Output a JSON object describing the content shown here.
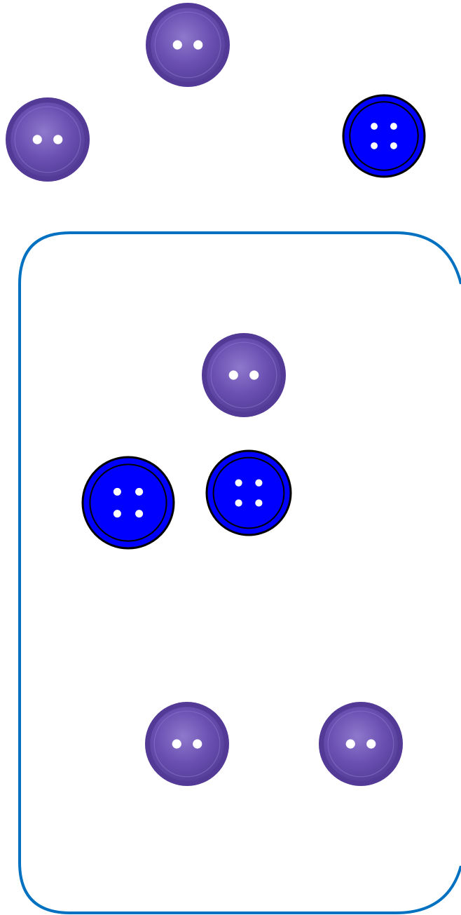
{
  "colors": {
    "purple_button": "#6a4fb0",
    "purple_button_rim": "#533a96",
    "purple_button_highlight": "#8a74c9",
    "blue_button": "#0000ff",
    "blue_button_outline": "#000000",
    "button_hole": "#ffffff",
    "frame_border": "#0070c0",
    "background": "#ffffff"
  },
  "outside_group": {
    "buttons": [
      {
        "kind": "purple-two-hole",
        "icon": "purple-button-icon"
      },
      {
        "kind": "purple-two-hole",
        "icon": "purple-button-icon"
      },
      {
        "kind": "blue-four-hole",
        "icon": "blue-button-icon"
      }
    ]
  },
  "frame_group": {
    "buttons": [
      {
        "kind": "purple-two-hole",
        "icon": "purple-button-icon"
      },
      {
        "kind": "blue-four-hole",
        "icon": "blue-button-icon"
      },
      {
        "kind": "blue-four-hole",
        "icon": "blue-button-icon"
      },
      {
        "kind": "purple-two-hole",
        "icon": "purple-button-icon"
      },
      {
        "kind": "purple-two-hole",
        "icon": "purple-button-icon"
      }
    ]
  }
}
